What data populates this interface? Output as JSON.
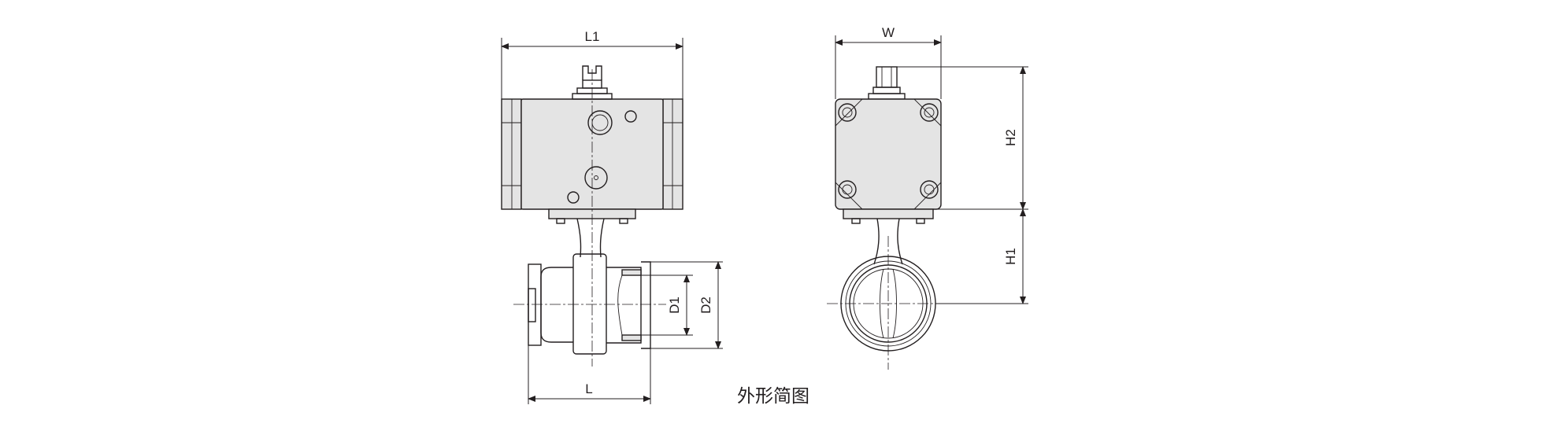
{
  "dimensions": {
    "l1": "L1",
    "w": "W",
    "h2": "H2",
    "h1": "H1",
    "d1": "D1",
    "d2": "D2",
    "l": "L"
  },
  "caption": "外形简图",
  "colors": {
    "line": "#231f20",
    "fill": "#e4e4e4",
    "background": "#ffffff"
  }
}
